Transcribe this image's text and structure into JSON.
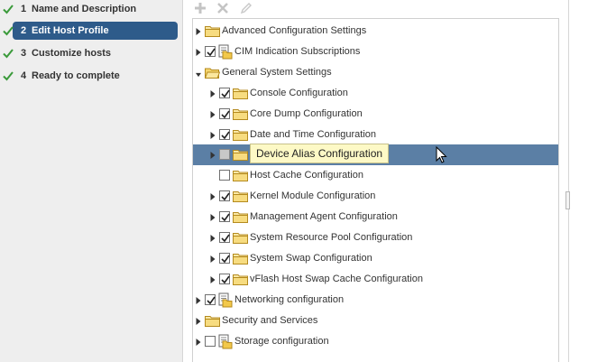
{
  "steps": [
    {
      "num": "1",
      "label": "Name and Description",
      "done": true,
      "active": false
    },
    {
      "num": "2",
      "label": "Edit Host Profile",
      "done": true,
      "active": true
    },
    {
      "num": "3",
      "label": "Customize hosts",
      "done": true,
      "active": false
    },
    {
      "num": "4",
      "label": "Ready to complete",
      "done": true,
      "active": false
    }
  ],
  "toolbar": {
    "add": "add-icon",
    "remove": "delete-icon",
    "edit": "edit-icon"
  },
  "tree": [
    {
      "label": "Advanced Configuration Settings",
      "level": 0,
      "expand": "collapsed",
      "check": "none",
      "icon": "folder"
    },
    {
      "label": "CIM Indication Subscriptions",
      "level": 0,
      "expand": "collapsed",
      "check": "checked",
      "icon": "docfolder"
    },
    {
      "label": "General System Settings",
      "level": 0,
      "expand": "expanded",
      "check": "none",
      "icon": "folder-open"
    },
    {
      "label": "Console Configuration",
      "level": 1,
      "expand": "collapsed",
      "check": "checked",
      "icon": "folder"
    },
    {
      "label": "Core Dump Configuration",
      "level": 1,
      "expand": "collapsed",
      "check": "checked",
      "icon": "folder"
    },
    {
      "label": "Date and Time Configuration",
      "level": 1,
      "expand": "collapsed",
      "check": "checked",
      "icon": "folder"
    },
    {
      "label": "Device Alias Configuration",
      "level": 1,
      "expand": "collapsed",
      "check": "partial",
      "icon": "folder",
      "selected": true
    },
    {
      "label": "Host Cache Configuration",
      "level": 1,
      "expand": "none",
      "check": "unchecked",
      "icon": "folder"
    },
    {
      "label": "Kernel Module Configuration",
      "level": 1,
      "expand": "collapsed",
      "check": "checked",
      "icon": "folder"
    },
    {
      "label": "Management Agent Configuration",
      "level": 1,
      "expand": "collapsed",
      "check": "checked",
      "icon": "folder"
    },
    {
      "label": "System Resource Pool Configuration",
      "level": 1,
      "expand": "collapsed",
      "check": "checked",
      "icon": "folder"
    },
    {
      "label": "System Swap Configuration",
      "level": 1,
      "expand": "collapsed",
      "check": "checked",
      "icon": "folder"
    },
    {
      "label": "vFlash Host Swap Cache Configuration",
      "level": 1,
      "expand": "collapsed",
      "check": "checked",
      "icon": "folder"
    },
    {
      "label": "Networking configuration",
      "level": 0,
      "expand": "collapsed",
      "check": "checked",
      "icon": "docfolder"
    },
    {
      "label": "Security and Services",
      "level": 0,
      "expand": "collapsed",
      "check": "none",
      "icon": "folder"
    },
    {
      "label": "Storage configuration",
      "level": 0,
      "expand": "collapsed",
      "check": "unchecked",
      "icon": "docfolder"
    }
  ],
  "tooltip": "Device Alias Configuration",
  "colors": {
    "accent": "#2e5b8a",
    "selected_row": "#5b7fa5",
    "check_green": "#3a9a3a",
    "folder": "#f2c84b"
  }
}
